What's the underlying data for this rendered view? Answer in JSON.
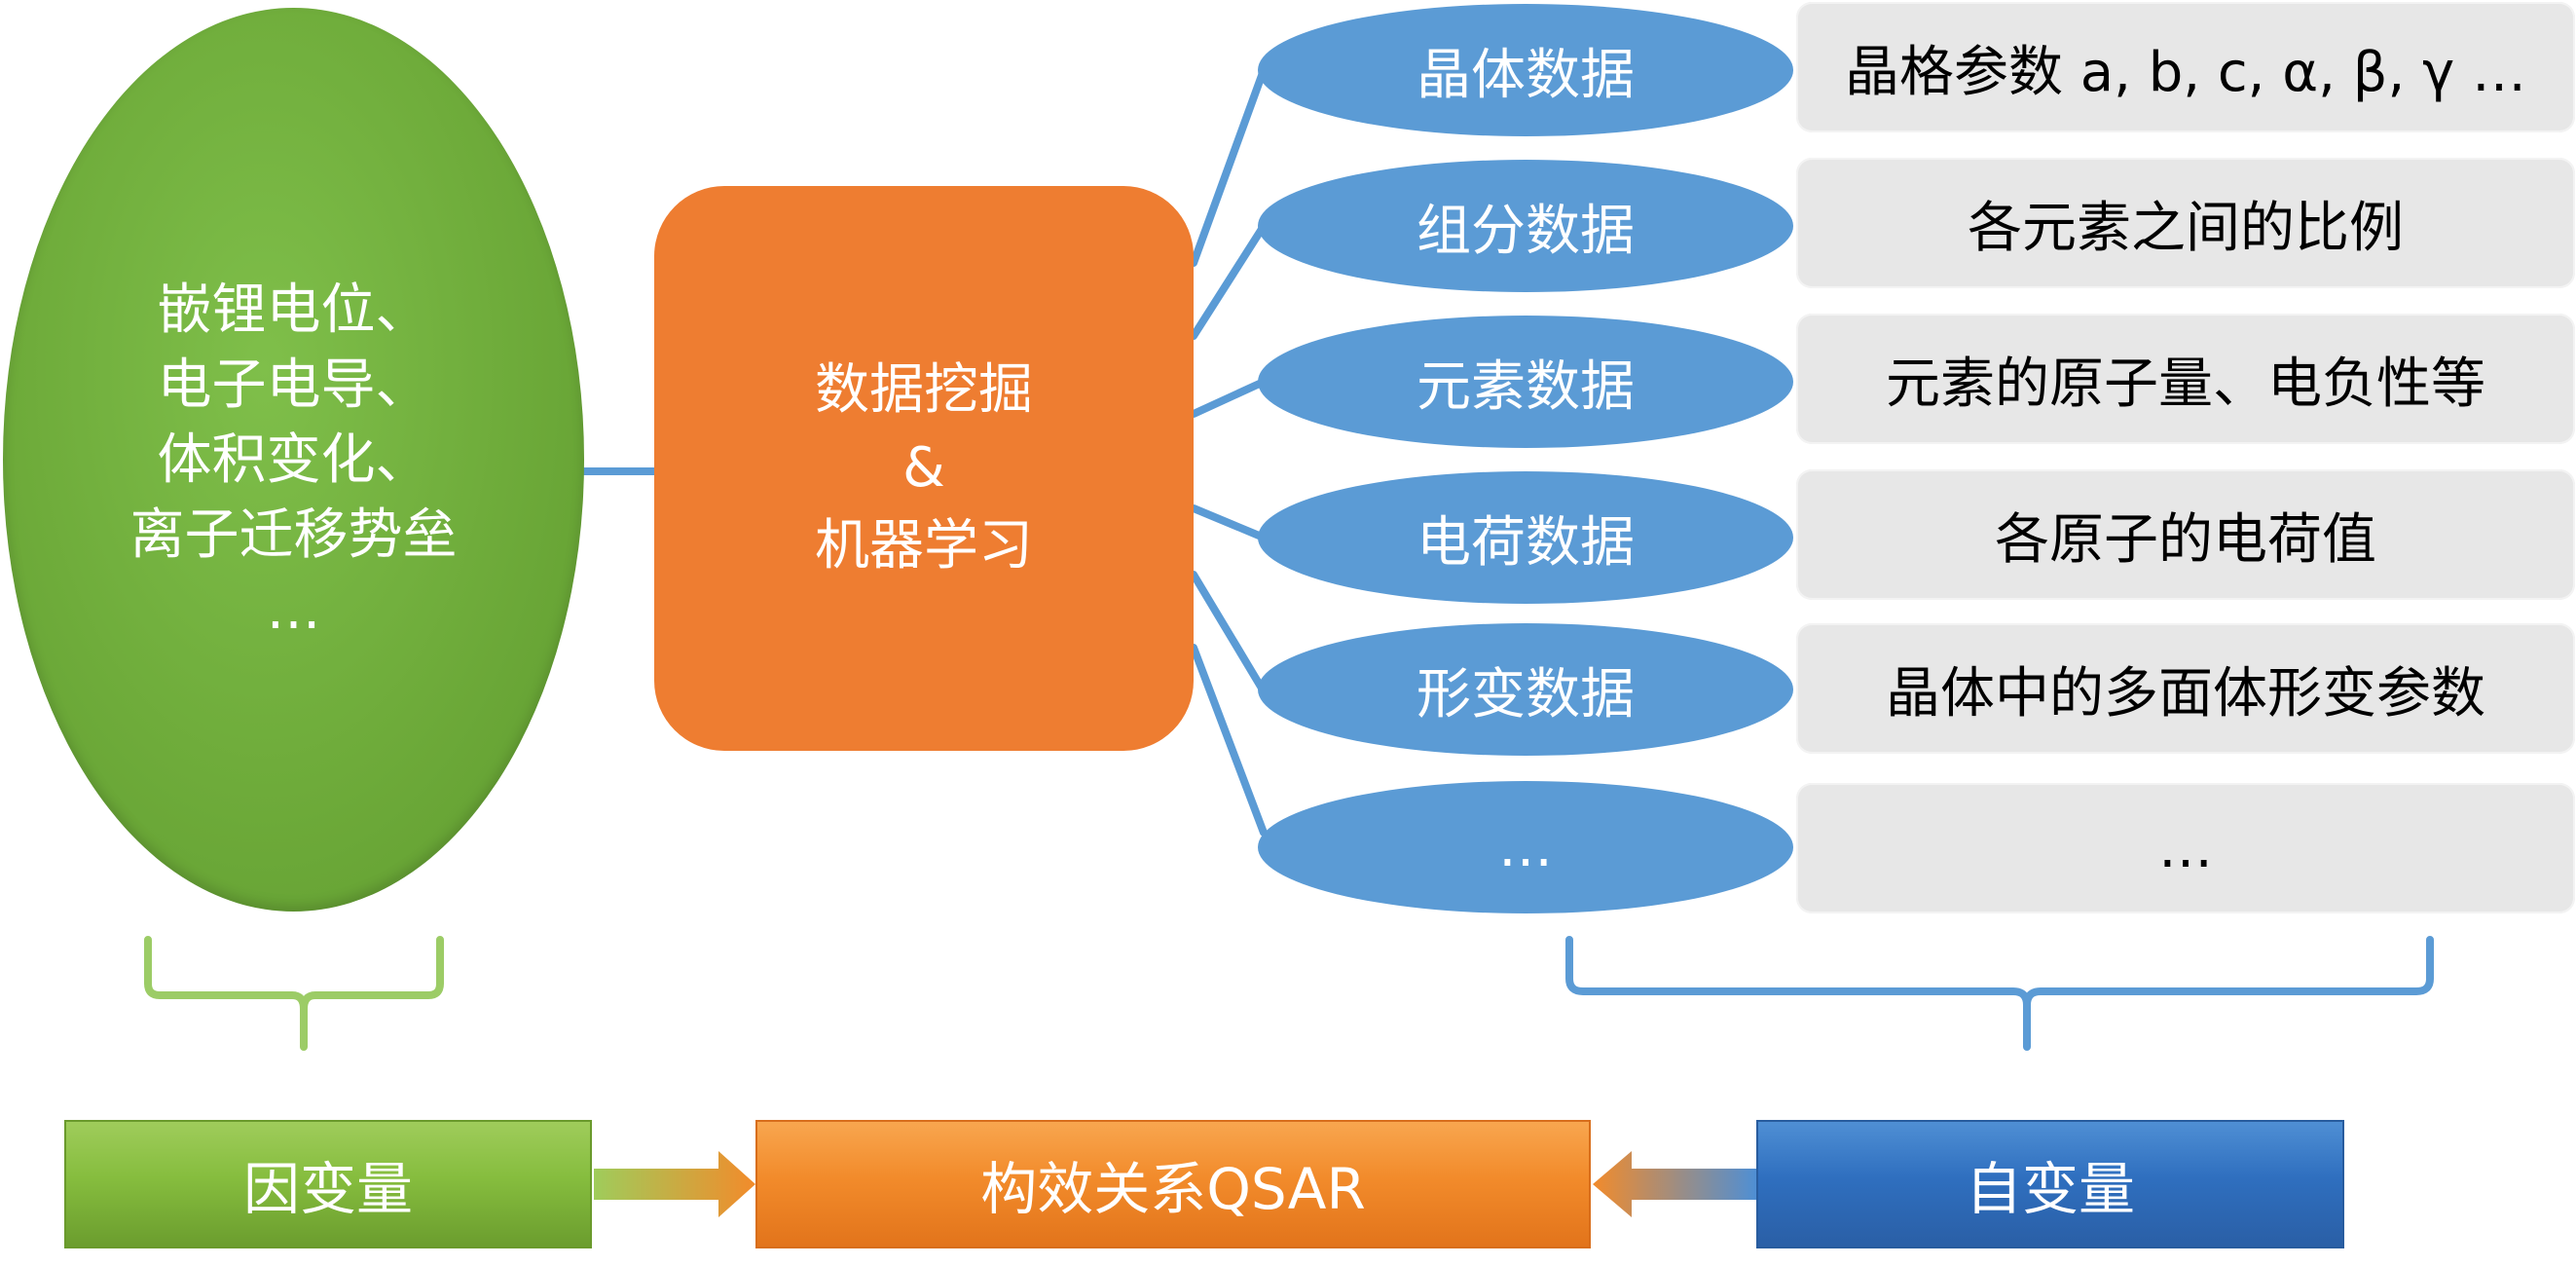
{
  "dependent_properties": {
    "lines": [
      "嵌锂电位、",
      "电子电导、",
      "体积变化、",
      "离子迁移势垒",
      "…"
    ]
  },
  "method": {
    "lines": [
      "数据挖掘",
      "&",
      "机器学习"
    ]
  },
  "categories": [
    {
      "label": "晶体数据",
      "description": "晶格参数 a, b, c, α, β, γ …"
    },
    {
      "label": "组分数据",
      "description": "各元素之间的比例"
    },
    {
      "label": "元素数据",
      "description": "元素的原子量、电负性等"
    },
    {
      "label": "电荷数据",
      "description": "各原子的电荷值"
    },
    {
      "label": "形变数据",
      "description": "晶体中的多面体形变参数"
    },
    {
      "label": "…",
      "description": "…"
    }
  ],
  "bottom": {
    "dependent_label": "因变量",
    "qsar_label": "构效关系QSAR",
    "independent_label": "自变量"
  },
  "colors": {
    "green": "#70ad47",
    "orange": "#ed7d31",
    "blue": "#5b9bd5",
    "grey": "#e7e7e7"
  }
}
